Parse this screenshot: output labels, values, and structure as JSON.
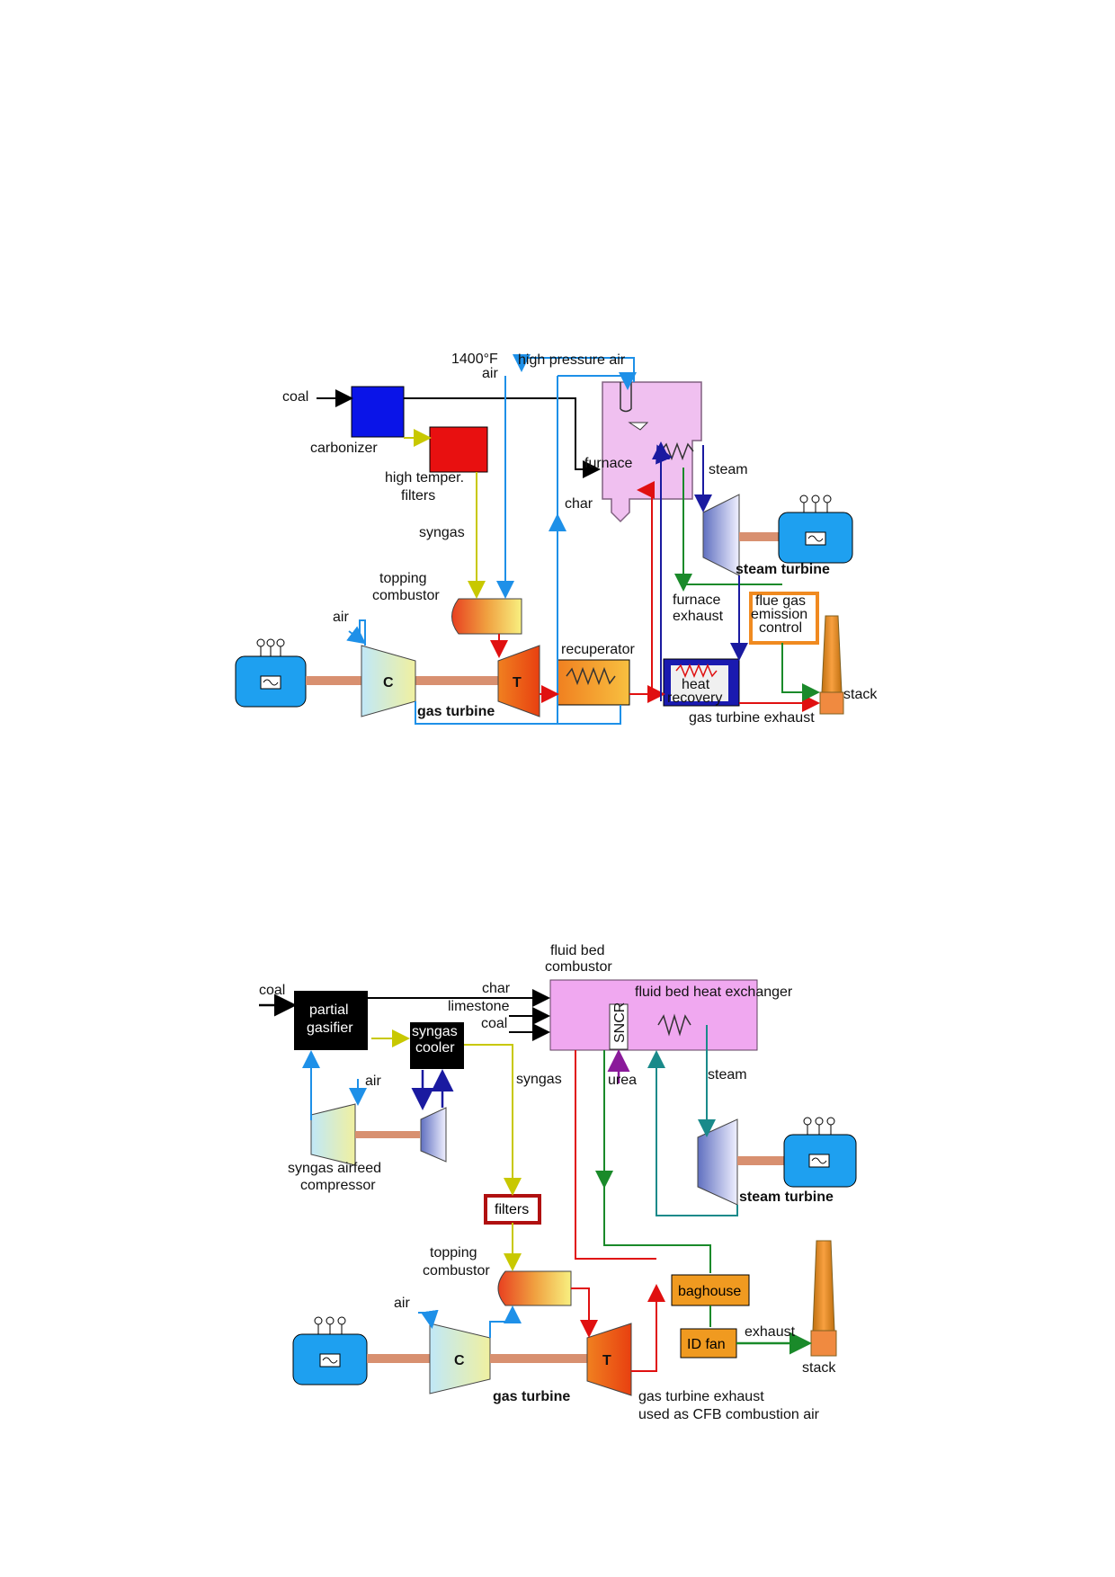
{
  "diagram_top": {
    "labels": {
      "temp_air_1": "1400°F",
      "temp_air_2": "air",
      "high_pressure_air": "high pressure air",
      "coal": "coal",
      "carbonizer": "carbonizer",
      "filters_1": "high temper.",
      "filters_2": "filters",
      "syngas": "syngas",
      "topping_1": "topping",
      "topping_2": "combustor",
      "air": "air",
      "furnace": "furnace",
      "char": "char",
      "steam": "steam",
      "steam_turbine": "steam turbine",
      "furnace_exhaust_1": "furnace",
      "furnace_exhaust_2": "exhaust",
      "flue_1": "flue gas",
      "flue_2": "emission",
      "flue_3": "control",
      "recuperator": "recuperator",
      "heat_1": "heat",
      "heat_2": "recovery",
      "gas_turbine_exhaust": "gas turbine exhaust",
      "stack": "stack",
      "compressor": "C",
      "turbine": "T",
      "gas_turbine": "gas turbine"
    }
  },
  "diagram_bottom": {
    "labels": {
      "fluid_bed_1": "fluid bed",
      "fluid_bed_2": "combustor",
      "coal_in": "coal",
      "partial_1": "partial",
      "partial_2": "gasifier",
      "char": "char",
      "limestone": "limestone",
      "coal": "coal",
      "fbhx": "fluid bed heat exchanger",
      "sncr": "SNCR",
      "syngas_cooler_1": "syngas",
      "syngas_cooler_2": "cooler",
      "syngas": "syngas",
      "air": "air",
      "urea": "urea",
      "steam": "steam",
      "airfeed_1": "syngas airfeed",
      "airfeed_2": "compressor",
      "steam_turbine": "steam turbine",
      "filters": "filters",
      "topping_1": "topping",
      "topping_2": "combustor",
      "baghouse": "baghouse",
      "air2": "air",
      "id_fan": "ID fan",
      "exhaust": "exhaust",
      "stack": "stack",
      "compressor": "C",
      "turbine": "T",
      "gas_turbine": "gas turbine",
      "gte_1": "gas turbine exhaust",
      "gte_2": "used as CFB combustion air"
    }
  }
}
